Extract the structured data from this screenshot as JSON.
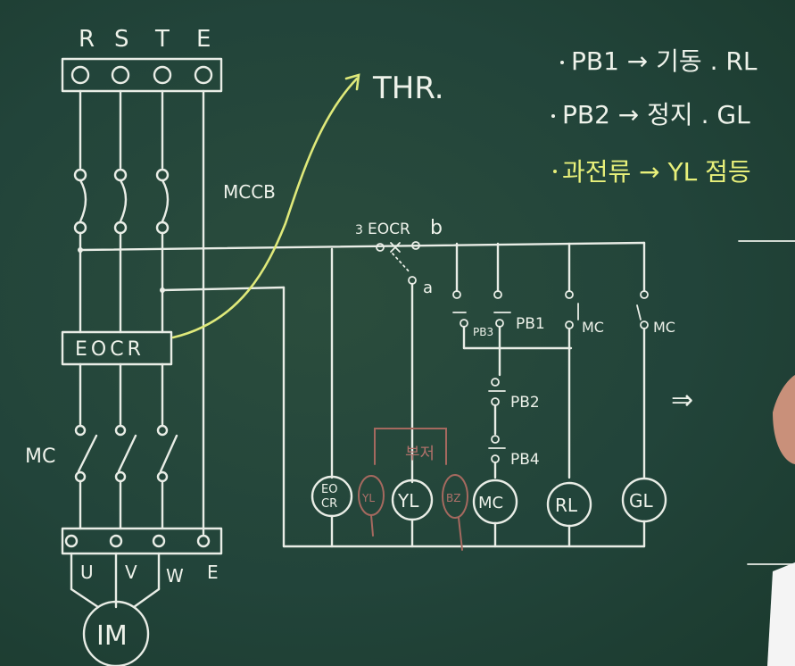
{
  "supply": {
    "labels": [
      "R",
      "S",
      "T",
      "E"
    ]
  },
  "breaker": {
    "label": "MCCB"
  },
  "relay_box": {
    "label": "EOCR"
  },
  "contactor": {
    "label": "MC"
  },
  "motor_terminals": {
    "labels": [
      "U",
      "V",
      "W",
      "E"
    ]
  },
  "motor": {
    "label": "IM"
  },
  "thr_label": "THR.",
  "control": {
    "eocr_contact": {
      "prefix": "3",
      "name": "EOCR",
      "b_label": "b",
      "a_label": "a"
    },
    "pushbuttons": {
      "pb1": "PB1",
      "pb2": "PB2",
      "pb3": "PB3",
      "pb4": "PB4",
      "mc": "MC"
    },
    "coils": [
      {
        "name": "coil-eocr",
        "line1": "EO",
        "line2": "CR"
      },
      {
        "name": "coil-yl",
        "line1": "YL"
      },
      {
        "name": "coil-mc",
        "line1": "MC"
      },
      {
        "name": "coil-rl",
        "line1": "RL"
      },
      {
        "name": "coil-gl",
        "line1": "GL"
      }
    ],
    "brown_annotations": [
      "부저",
      "YL",
      "BZ"
    ]
  },
  "notes": [
    {
      "text": "PB1 → 기동 . RL"
    },
    {
      "text": "PB2 → 정지 . GL"
    },
    {
      "text": "과전류 → YL 점등"
    }
  ],
  "arrow_label": "⇒",
  "colors": {
    "board": "#22443a",
    "chalk": "#e9ede6",
    "yellow_chalk": "#e8f07a",
    "brown_chalk": "#a5695f"
  }
}
